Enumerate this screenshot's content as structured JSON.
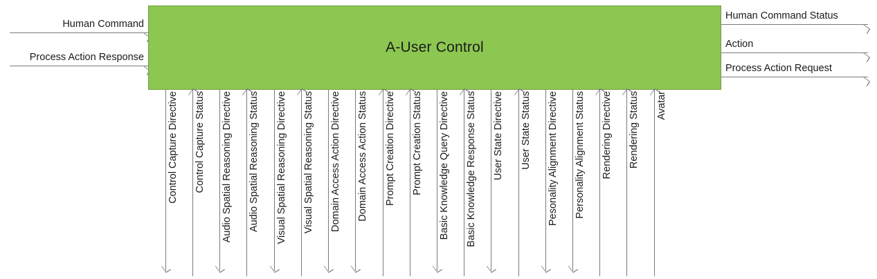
{
  "diagram": {
    "title": "A-User Control",
    "block_color": "#8CC751",
    "block_border_color": "#6F9C3D",
    "line_color": "#7A7A7A",
    "text_color": "#1A1A1A"
  },
  "inputs_left": [
    {
      "label": "Human Command",
      "direction": "in"
    },
    {
      "label": "Process Action Response",
      "direction": "in"
    }
  ],
  "outputs_right": [
    {
      "label": "Human Command Status",
      "direction": "out"
    },
    {
      "label": "Action",
      "direction": "out"
    },
    {
      "label": "Process Action Request",
      "direction": "out"
    }
  ],
  "bottom_flows": [
    {
      "label": "Control Capture Directive",
      "direction": "down"
    },
    {
      "label": "Control Capture Status",
      "direction": "up"
    },
    {
      "label": "Audio Spatial Reasoning Directive",
      "direction": "down"
    },
    {
      "label": "Audio Spatial Reasoning Status",
      "direction": "up"
    },
    {
      "label": "Visual Spatial Reasoning Directive",
      "direction": "down"
    },
    {
      "label": "Visual Spatial Reasoning Status",
      "direction": "up"
    },
    {
      "label": "Domain Access Action Directive",
      "direction": "down"
    },
    {
      "label": "Domain Access Action Status",
      "direction": "down"
    },
    {
      "label": "Prompt Creation Directive",
      "direction": "up"
    },
    {
      "label": "Prompt Creation Status",
      "direction": "up"
    },
    {
      "label": "Basic Knowledge Query Directive",
      "direction": "down"
    },
    {
      "label": "Basic Knowledge Response Status",
      "direction": "up"
    },
    {
      "label": "User State Directive",
      "direction": "down"
    },
    {
      "label": "User State Status",
      "direction": "up"
    },
    {
      "label": "Pesonality Alignment Directive",
      "direction": "down"
    },
    {
      "label": "Personality Alignment Status",
      "direction": "down"
    },
    {
      "label": "Rendering Directive",
      "direction": "up"
    },
    {
      "label": "Rendering Status",
      "direction": "up"
    },
    {
      "label": "Avatar",
      "direction": "up"
    }
  ]
}
